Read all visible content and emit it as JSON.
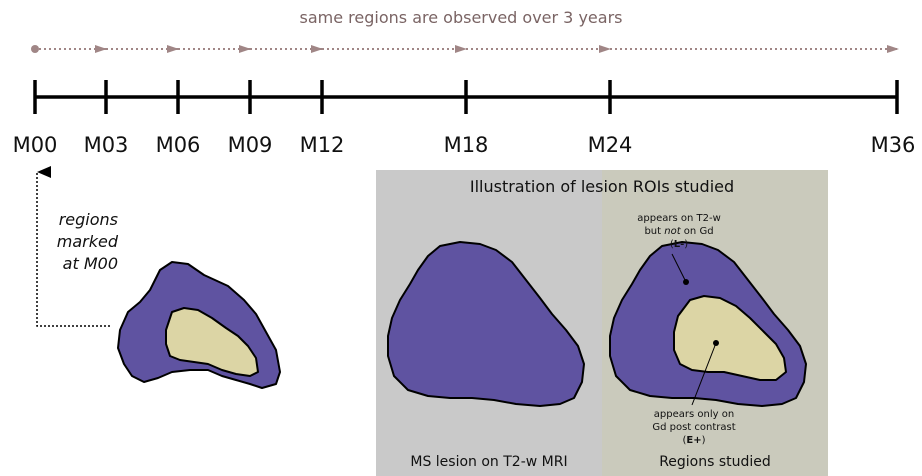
{
  "timeline": {
    "caption": "same regions are observed over 3 years",
    "ticks": [
      "M00",
      "M03",
      "M06",
      "M09",
      "M12",
      "M18",
      "M24",
      "M36"
    ]
  },
  "marked_note": [
    "regions",
    "marked",
    "at M00"
  ],
  "illustration": {
    "title": "Illustration of lesion ROIs studied",
    "left_caption": "MS lesion on T2-w MRI",
    "right_caption": "Regions studied",
    "annotation_top": {
      "line1": "appears on T2-w",
      "line2_pre": "but ",
      "line2_em": "not",
      "line2_post": " on Gd",
      "code_open": "(",
      "code": "L-",
      "code_close": ")"
    },
    "annotation_bottom": {
      "line1": "appears only on",
      "line2": "Gd post contrast",
      "code_open": "(",
      "code": "E+",
      "code_close": ")"
    }
  },
  "colors": {
    "lesion": "#5f53a1",
    "core": "#dcd5a5",
    "arrow": "#a08686",
    "panel_left": "#c9c9c9",
    "panel_right": "#cacabc"
  }
}
